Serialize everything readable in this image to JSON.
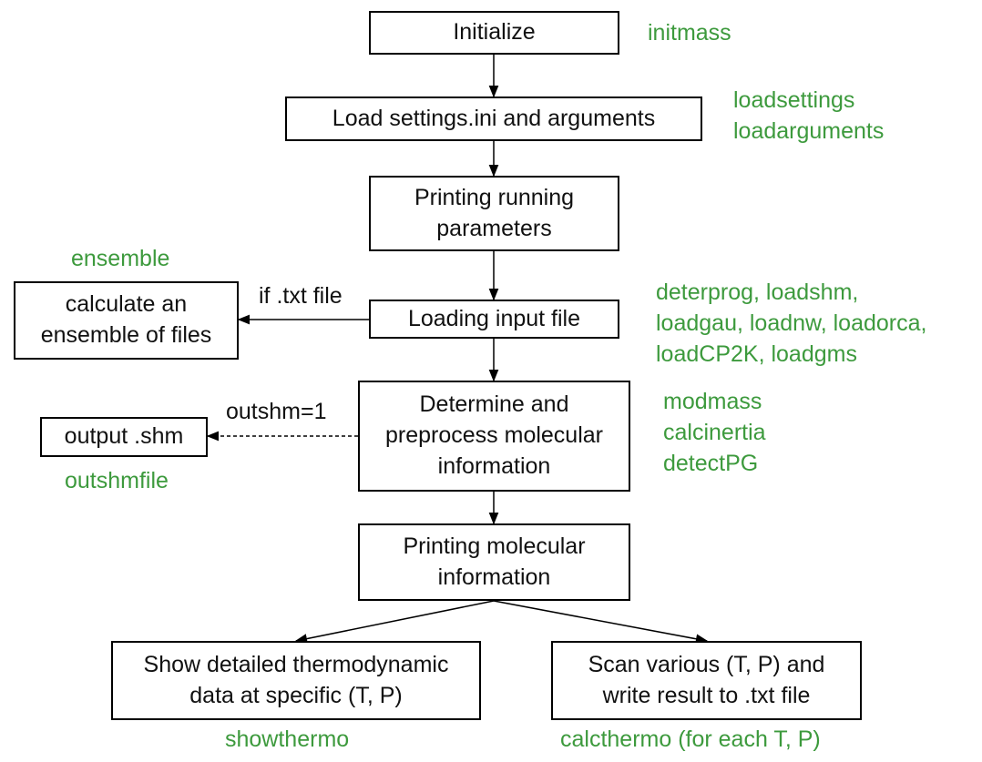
{
  "colors": {
    "function_label": "#3d9a3d",
    "box_border": "#000000",
    "text": "#111111"
  },
  "boxes": {
    "initialize": [
      "Initialize"
    ],
    "load_settings": [
      "Load settings.ini and arguments"
    ],
    "printing_running": [
      "Printing running",
      "parameters"
    ],
    "loading_input": [
      "Loading input file"
    ],
    "ensemble": [
      "calculate an",
      "ensemble of files"
    ],
    "determine": [
      "Determine and",
      "preprocess molecular",
      "information"
    ],
    "output_shm": [
      "output .shm"
    ],
    "printing_molecular": [
      "Printing molecular",
      "information"
    ],
    "show_detailed": [
      "Show detailed thermodynamic",
      "data at specific (T, P)"
    ],
    "scan_various": [
      "Scan various (T, P) and",
      "write result to .txt file"
    ]
  },
  "functions": {
    "initialize": [
      "initmass"
    ],
    "load_settings": [
      "loadsettings",
      "loadarguments"
    ],
    "ensemble": [
      "ensemble"
    ],
    "loading_input": [
      "deterprog, loadshm,",
      "loadgau, loadnw, loadorca,",
      "loadCP2K, loadgms"
    ],
    "determine": [
      "modmass",
      "calcinertia",
      "detectPG"
    ],
    "output_shm": [
      "outshmfile"
    ],
    "show_detailed": [
      "showthermo"
    ],
    "scan_various": [
      "calcthermo (for each T, P)"
    ]
  },
  "conditions": {
    "txt_file": "if .txt file",
    "outshm": "outshm=1"
  }
}
